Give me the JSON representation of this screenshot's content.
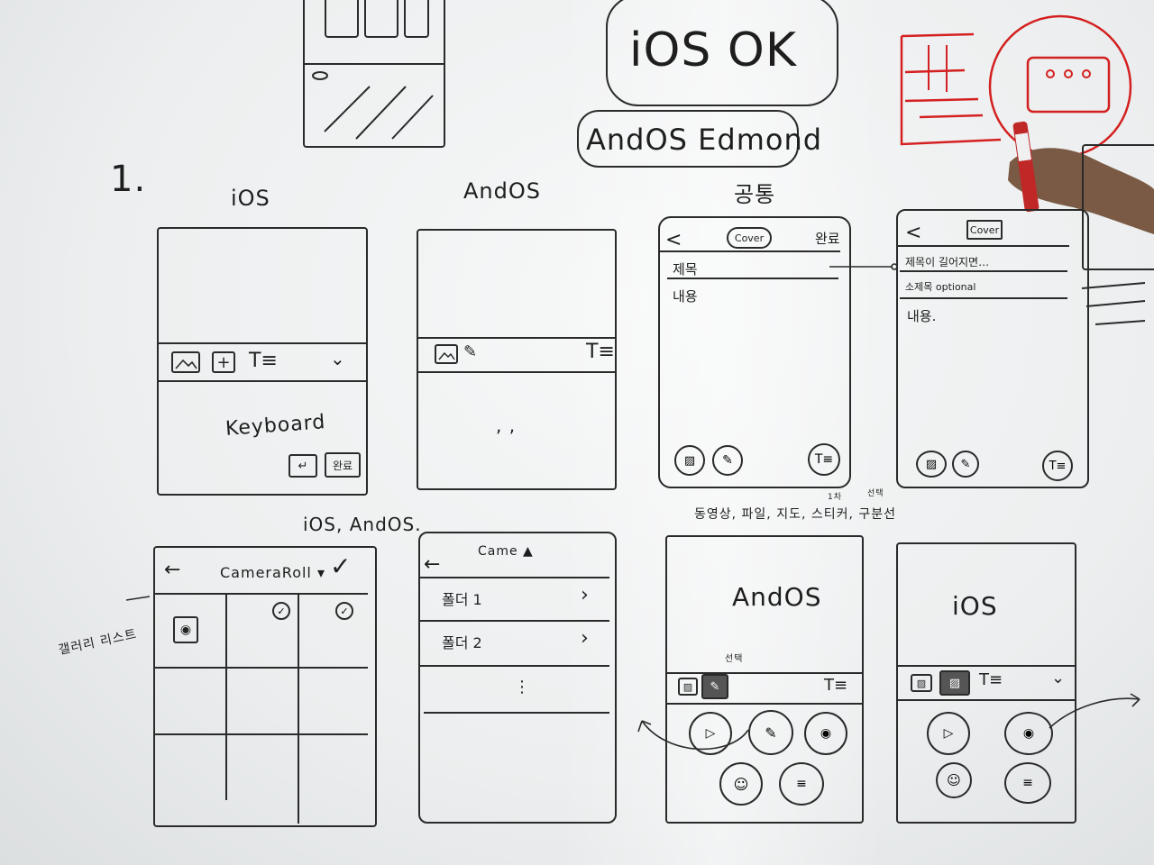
{
  "heading": {
    "ios_ok": "iOS OK",
    "andos_edmond": "AndOS Edmond",
    "number": "1."
  },
  "section1": {
    "ios": {
      "label": "iOS",
      "keyboard": "Keyboard",
      "done_key": "완료"
    },
    "andos": {
      "label": "AndOS",
      "marks": ", ,"
    },
    "common": {
      "label": "공통",
      "back": "<",
      "cover": "Cover",
      "done": "완료",
      "title": "제목",
      "content": "내용"
    },
    "detail": {
      "back": "<",
      "cover": "Cover",
      "title_line": "제목이 길어지면…",
      "subtitle_line": "소제목 optional",
      "content": "내용."
    }
  },
  "section2": {
    "ios_andos_label": "iOS, AndOS.",
    "gallery_list_label": "갤러리 리스트",
    "camera_roll": {
      "title": "CameraRoll ▾",
      "back": "←",
      "check": "✓"
    },
    "folder_list": {
      "title": "Came ▲",
      "back": "←",
      "items": [
        "폴더 1",
        "폴더 2"
      ],
      "more": "⋮"
    },
    "attach_label": "동영상, 파일, 지도, 스티커, 구분선",
    "attach_note1": "1차",
    "attach_note2": "선택",
    "andos_panel": {
      "label": "AndOS",
      "selected_note": "선택"
    },
    "ios_panel": {
      "label": "iOS"
    }
  },
  "colors": {
    "marker": "#2a2a2a",
    "red_marker": "#d42020",
    "board": "#eef0f0"
  }
}
